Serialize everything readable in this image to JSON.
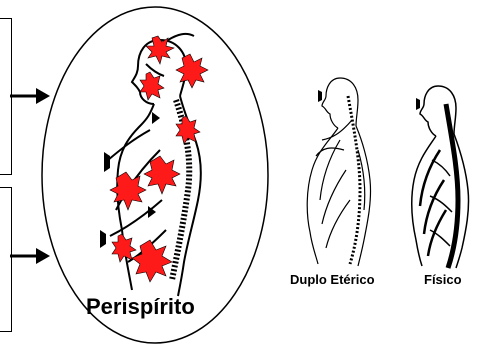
{
  "diagram": {
    "labels": {
      "perispirito": "Perispírito",
      "duplo_eterico": "Duplo Etérico",
      "fisico": "Físico"
    },
    "colors": {
      "energy_center": "#ff1a1a",
      "ink": "#000000",
      "background": "#ffffff"
    },
    "icons": {
      "left_box_top": "empty-box",
      "left_box_bottom": "empty-box",
      "arrow": "arrow-right-icon",
      "energy": "red-star-burst-icon",
      "body": "human-silhouette-icon"
    }
  }
}
